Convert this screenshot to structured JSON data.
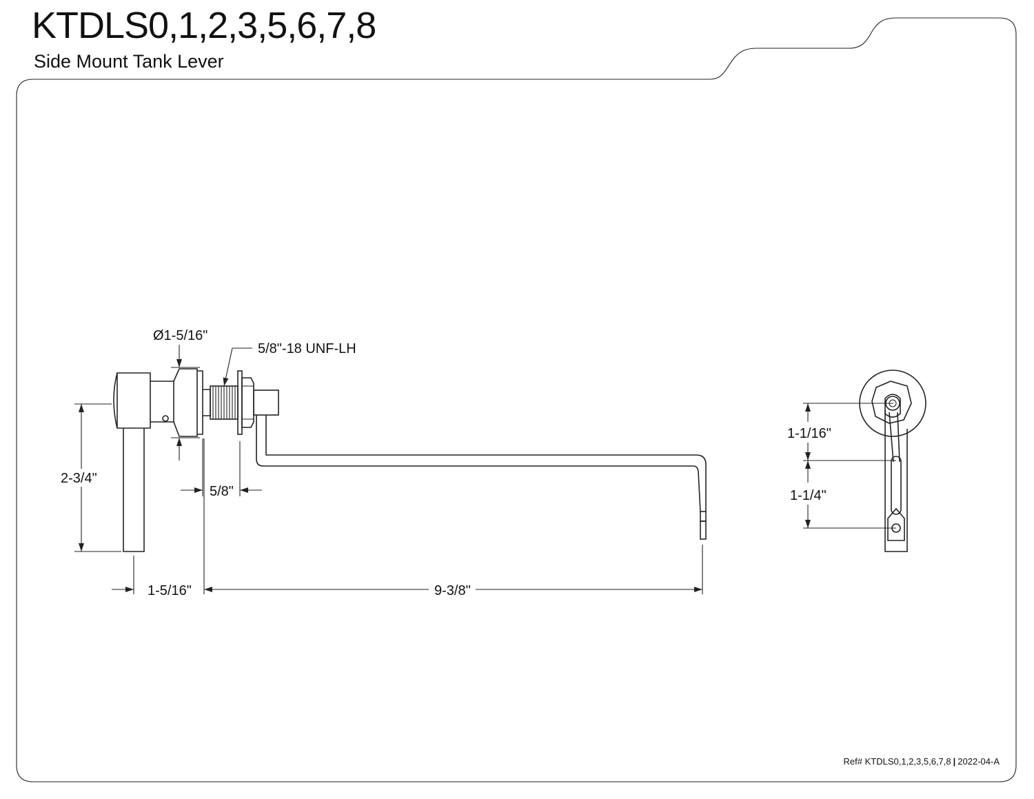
{
  "header": {
    "title": "KTDLS0,1,2,3,5,6,7,8",
    "subtitle": "Side Mount Tank Lever"
  },
  "dimensions": {
    "diameter": "Ø1-5/16\"",
    "thread": "5/8\"-18 UNF-LH",
    "height": "2-3/4\"",
    "shank": "5/8\"",
    "handle_offset": "1-5/16\"",
    "arm_length": "9-3/8\"",
    "side_upper": "1-1/16\"",
    "side_lower": "1-1/4\""
  },
  "footer": {
    "ref_label": "Ref# KTDLS0,1,2,3,5,6,7,8",
    "separator": "|",
    "revision": "2022-04-A"
  }
}
